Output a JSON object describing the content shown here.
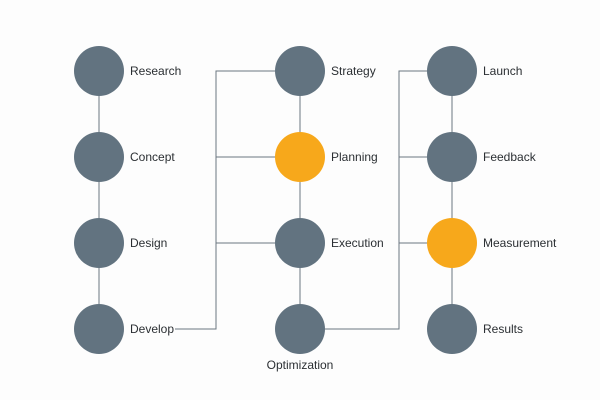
{
  "colors": {
    "node_default": "#627380",
    "node_highlight": "#f7a81b",
    "connector": "#6b7781"
  },
  "columns": [
    {
      "nodes": [
        {
          "label": "Research",
          "highlight": false
        },
        {
          "label": "Concept",
          "highlight": false
        },
        {
          "label": "Design",
          "highlight": false
        },
        {
          "label": "Develop",
          "highlight": false
        }
      ]
    },
    {
      "nodes": [
        {
          "label": "Strategy",
          "highlight": false
        },
        {
          "label": "Planning",
          "highlight": true
        },
        {
          "label": "Execution",
          "highlight": false
        },
        {
          "label": "Optimization",
          "highlight": false
        }
      ]
    },
    {
      "nodes": [
        {
          "label": "Launch",
          "highlight": false
        },
        {
          "label": "Feedback",
          "highlight": false
        },
        {
          "label": "Measurement",
          "highlight": true
        },
        {
          "label": "Results",
          "highlight": false
        }
      ]
    }
  ]
}
